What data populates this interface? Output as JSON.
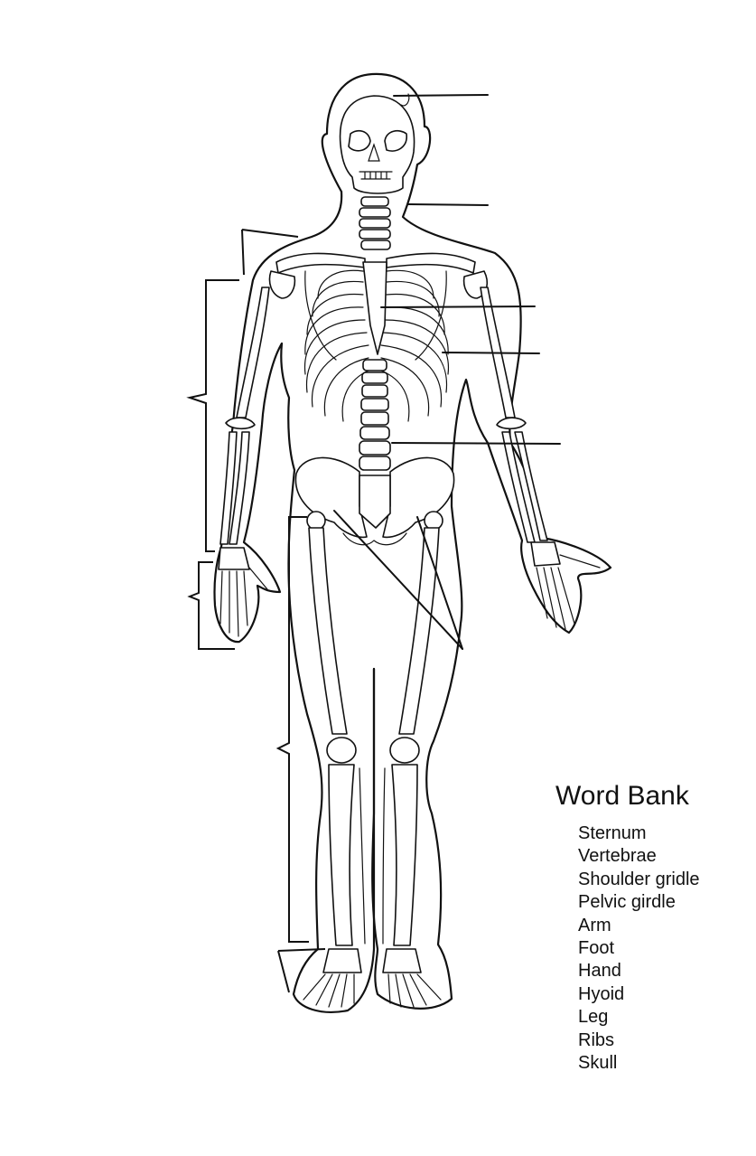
{
  "word_bank": {
    "title": "Word Bank",
    "terms": [
      "Sternum",
      "Vertebrae",
      "Shoulder gridle",
      "Pelvic girdle",
      "Arm",
      "Foot",
      "Hand",
      "Hyoid",
      "Leg",
      "Ribs",
      "Skull"
    ]
  },
  "answer_blanks": [
    {
      "label": ""
    },
    {
      "label": ""
    },
    {
      "label": ""
    },
    {
      "label": ""
    },
    {
      "label": ""
    }
  ],
  "colors": {
    "ink": "#111111",
    "paper": "#ffffff"
  }
}
